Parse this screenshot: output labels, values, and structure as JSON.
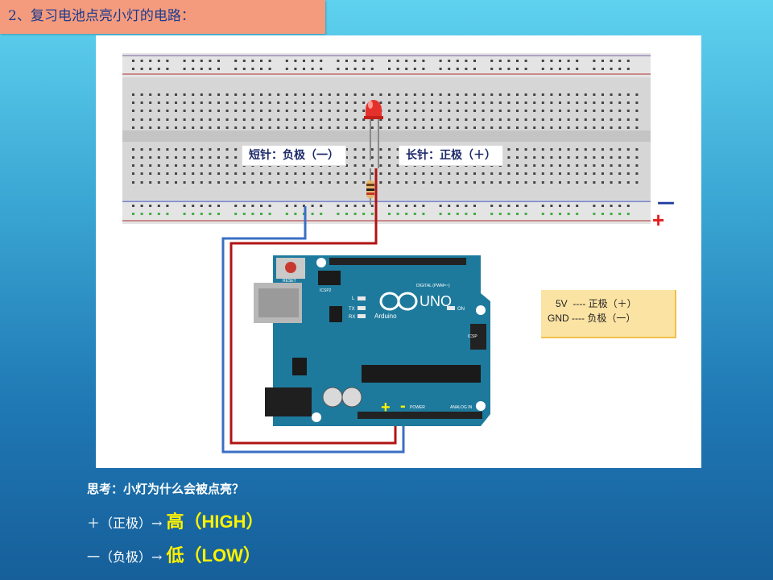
{
  "title": "2、复习电池点亮小灯的电路：",
  "labels": {
    "short_pin": "短针：负极（一）",
    "long_pin": "长针：正极（＋）"
  },
  "rail_markers": {
    "minus": "－",
    "plus": "+"
  },
  "note": {
    "line1": "5V  ---- 正极（＋）",
    "line2": "GND ---- 负极（一）"
  },
  "arduino": {
    "logo_text": "UNO",
    "brand": "Arduino",
    "reset": "RESET",
    "icsp2": "ICSP2",
    "icsp": "ICSP",
    "digital": "DIGITAL (PWM=~)",
    "power": "POWER",
    "analog": "ANALOG IN",
    "on": "ON",
    "l": "L",
    "tx": "TX",
    "rx": "RX",
    "plus": "+",
    "minus": "-"
  },
  "question": "思考：小灯为什么会被点亮？",
  "high_row": {
    "prefix": "＋（正极）→ ",
    "cn": "高（",
    "en": "HIGH",
    "close": "）"
  },
  "low_row": {
    "prefix": "一（负极）→ ",
    "cn": "低（",
    "en": "LOW",
    "close": "）"
  },
  "colors": {
    "title_bg": "#f59b7d",
    "title_text": "#1b3a8e",
    "board": "#1e7a9c",
    "wire_red": "#b01414",
    "wire_blue": "#3b6fc4",
    "highlight": "#fff200"
  }
}
